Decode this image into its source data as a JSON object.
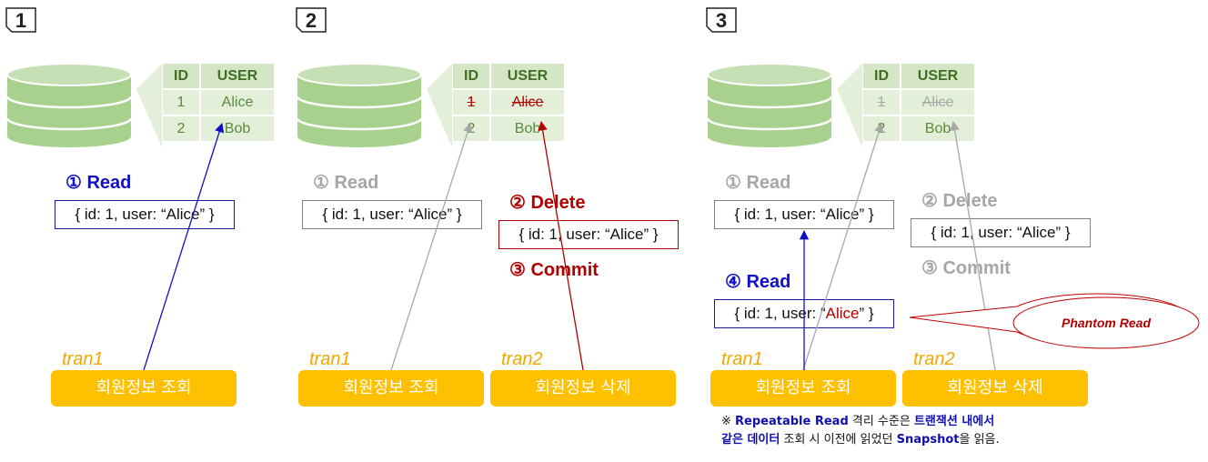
{
  "panels": [
    {
      "step": "1",
      "table": {
        "headers": [
          "ID",
          "USER"
        ],
        "rows": [
          [
            "1",
            "Alice"
          ],
          [
            "2",
            "Bob"
          ]
        ]
      },
      "read_label": "① Read",
      "read_record": "{ id: 1, user: “Alice” }",
      "tran": "tran1",
      "action": "회원정보 조회"
    },
    {
      "step": "2",
      "table": {
        "headers": [
          "ID",
          "USER"
        ],
        "rows": [
          [
            "1",
            "Alice"
          ],
          [
            "2",
            "Bob"
          ]
        ]
      },
      "read_label": "① Read",
      "read_record": "{ id: 1, user: “Alice” }",
      "delete_label": "② Delete",
      "delete_record": "{ id: 1, user: “Alice” }",
      "commit_label": "③ Commit",
      "tran1": "tran1",
      "tran2": "tran2",
      "action1": "회원정보 조회",
      "action2": "회원정보 삭제"
    },
    {
      "step": "3",
      "table": {
        "headers": [
          "ID",
          "USER"
        ],
        "rows": [
          [
            "1",
            "Alice"
          ],
          [
            "2",
            "Bob"
          ]
        ]
      },
      "read_label": "① Read",
      "read_record": "{ id: 1, user: “Alice” }",
      "delete_label": "② Delete",
      "delete_record": "{ id: 1, user: “Alice” }",
      "commit_label": "③ Commit",
      "read2_label": "④ Read",
      "read2_record_prefix": "{ id: 1, user: “",
      "read2_record_value": "Alice",
      "read2_record_suffix": "” }",
      "bubble": "Phantom Read",
      "tran1": "tran1",
      "tran2": "tran2",
      "action1": "회원정보 조회",
      "action2": "회원정보 삭제"
    }
  ],
  "note": {
    "line1_parts": [
      "※ ",
      "Repeatable Read",
      " 격리 수준은 ",
      "트랜잭션 내에서"
    ],
    "line2_parts": [
      "같은 데이터",
      " 조회 시 이전에 읽었던 ",
      "Snapshot",
      "을 읽음."
    ]
  },
  "colors": {
    "db": "#a9d18e",
    "table_cell": "#e3efd9",
    "action_pill": "#ffc000",
    "tran_label": "#f0a800",
    "blue": "#1010c8",
    "red": "#b00000",
    "gray": "#a6a6a6"
  }
}
